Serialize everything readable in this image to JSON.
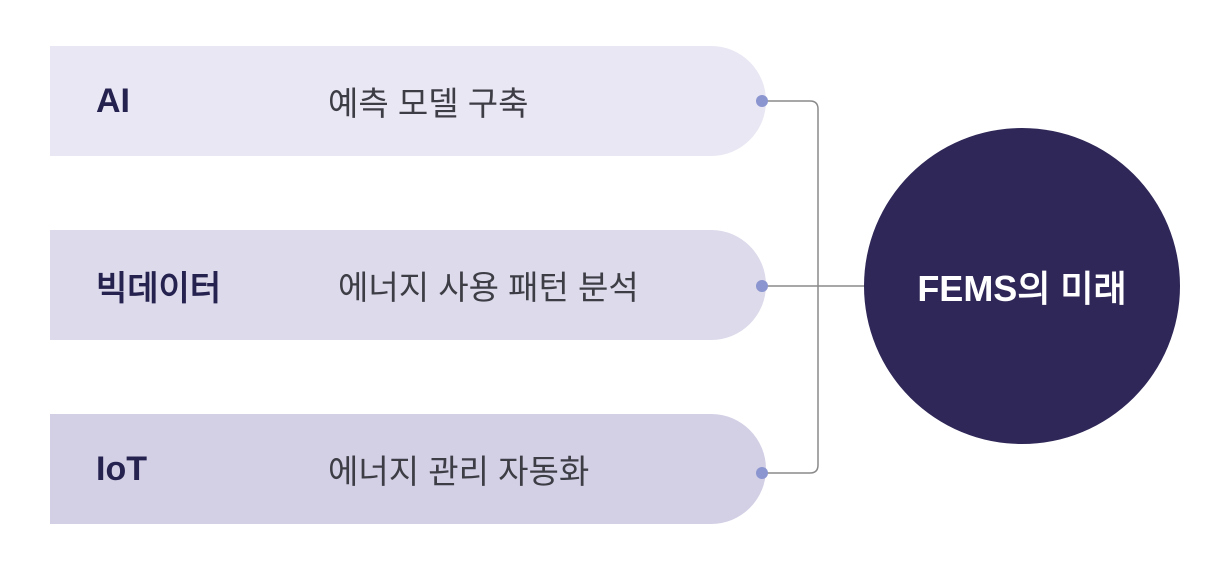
{
  "items": [
    {
      "label": "AI",
      "description": "예측 모델 구축",
      "color": "#e9e7f3"
    },
    {
      "label": "빅데이터",
      "description": "에너지 사용 패턴 분석",
      "color": "#dcdaeb"
    },
    {
      "label": "IoT",
      "description": "에너지 관리 자동화",
      "color": "#d3d0e6"
    }
  ],
  "center": {
    "label": "FEMS의 미래",
    "color": "#2e2757"
  },
  "connector": {
    "line_color": "#8a8a8a",
    "dot_color": "#8b95cf"
  }
}
